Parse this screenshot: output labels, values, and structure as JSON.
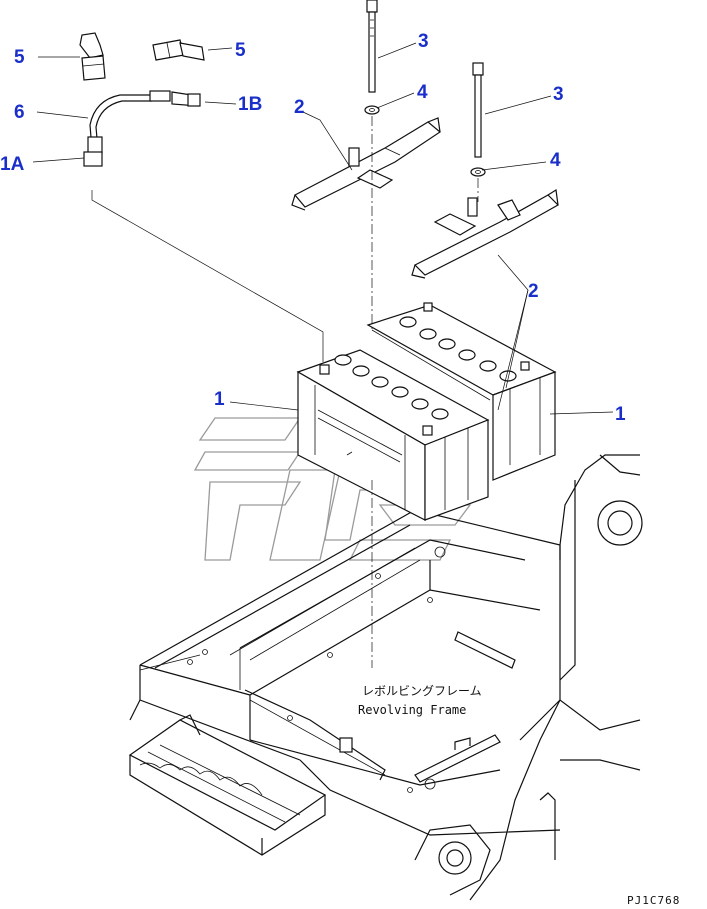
{
  "diagram": {
    "callouts": [
      {
        "id": "c1-left",
        "text": "1"
      },
      {
        "id": "c1-right",
        "text": "1"
      },
      {
        "id": "c1A",
        "text": "1A"
      },
      {
        "id": "c1B",
        "text": "1B"
      },
      {
        "id": "c2-top",
        "text": "2"
      },
      {
        "id": "c2-right",
        "text": "2"
      },
      {
        "id": "c3-top",
        "text": "3"
      },
      {
        "id": "c3-right",
        "text": "3"
      },
      {
        "id": "c4-top",
        "text": "4"
      },
      {
        "id": "c4-right",
        "text": "4"
      },
      {
        "id": "c5-left",
        "text": "5"
      },
      {
        "id": "c5-right",
        "text": "5"
      },
      {
        "id": "c6",
        "text": "6"
      }
    ],
    "frame_label_jp": "レボルビングフレーム",
    "frame_label_en": "Revolving Frame",
    "drawing_number": "PJ1C768"
  }
}
